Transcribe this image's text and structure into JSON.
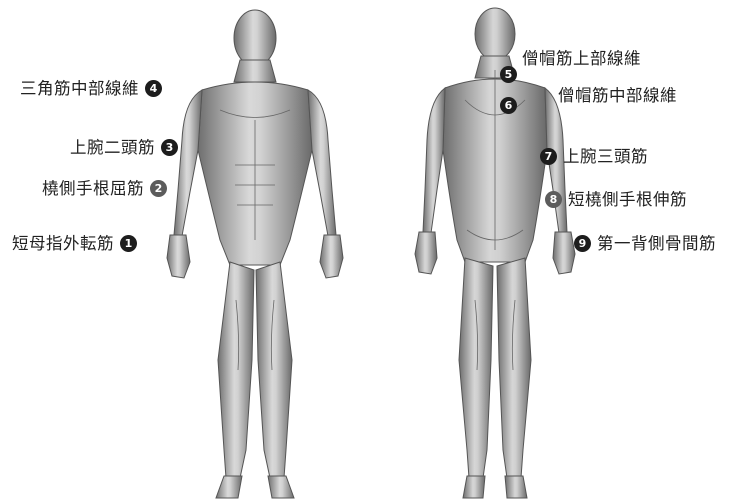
{
  "labels": [
    {
      "id": "n1",
      "num": "1",
      "text": "短母指外転筋"
    },
    {
      "id": "n2",
      "num": "2",
      "text": "橈側手根屈筋"
    },
    {
      "id": "n3",
      "num": "3",
      "text": "上腕二頭筋"
    },
    {
      "id": "n4",
      "num": "4",
      "text": "三角筋中部線維"
    },
    {
      "id": "n5",
      "num": "5",
      "text": "僧帽筋上部線維"
    },
    {
      "id": "n6",
      "num": "6",
      "text": "僧帽筋中部線維"
    },
    {
      "id": "n7",
      "num": "7",
      "text": "上腕三頭筋"
    },
    {
      "id": "n8",
      "num": "8",
      "text": "短橈側手根伸筋"
    },
    {
      "id": "n9",
      "num": "9",
      "text": "第一背側骨間筋"
    }
  ]
}
